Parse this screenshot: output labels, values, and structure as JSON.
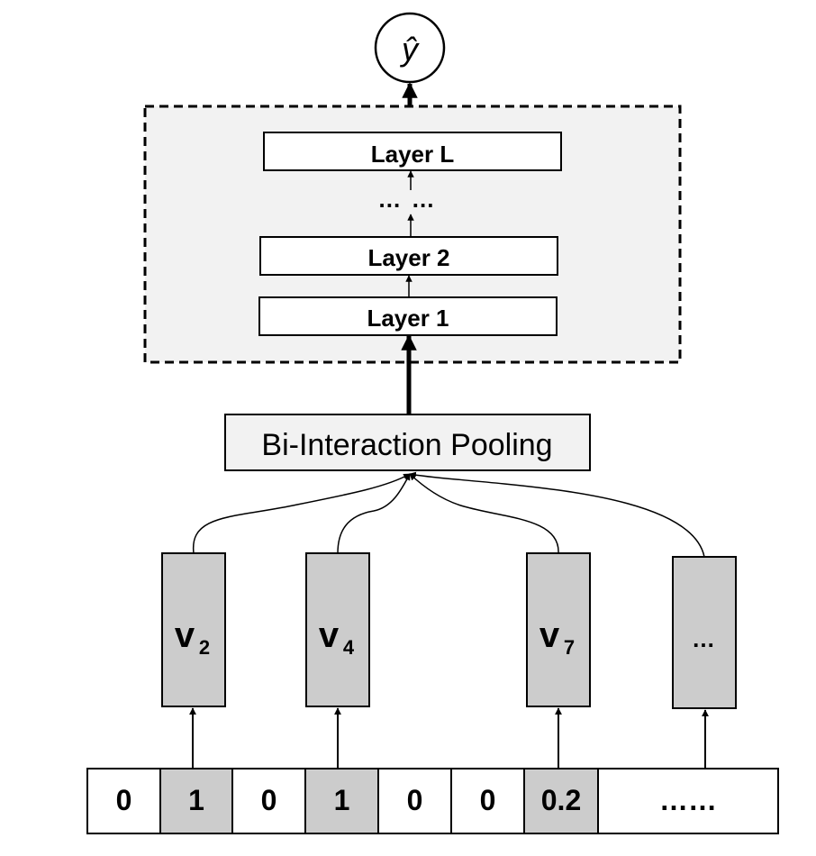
{
  "output_node": {
    "label": "ŷ"
  },
  "hidden_layers": {
    "layers": [
      {
        "label": "Layer L"
      },
      {
        "label": "… …"
      },
      {
        "label": "Layer 2"
      },
      {
        "label": "Layer 1"
      }
    ]
  },
  "pooling": {
    "label": "Bi-Interaction Pooling"
  },
  "embeddings": [
    {
      "letter": "v",
      "subscript": "2"
    },
    {
      "letter": "v",
      "subscript": "4"
    },
    {
      "letter": "v",
      "subscript": "7"
    },
    {
      "letter": "…",
      "subscript": ""
    }
  ],
  "input_vector": {
    "cells": [
      "0",
      "1",
      "0",
      "1",
      "0",
      "0",
      "0.2",
      "……"
    ],
    "highlighted": [
      false,
      true,
      false,
      true,
      false,
      false,
      true,
      false
    ]
  },
  "colors": {
    "panel_fill": "#f2f2f2",
    "embedding_fill": "#cccccc",
    "highlight_fill": "#cccccc",
    "stroke": "#000000"
  }
}
